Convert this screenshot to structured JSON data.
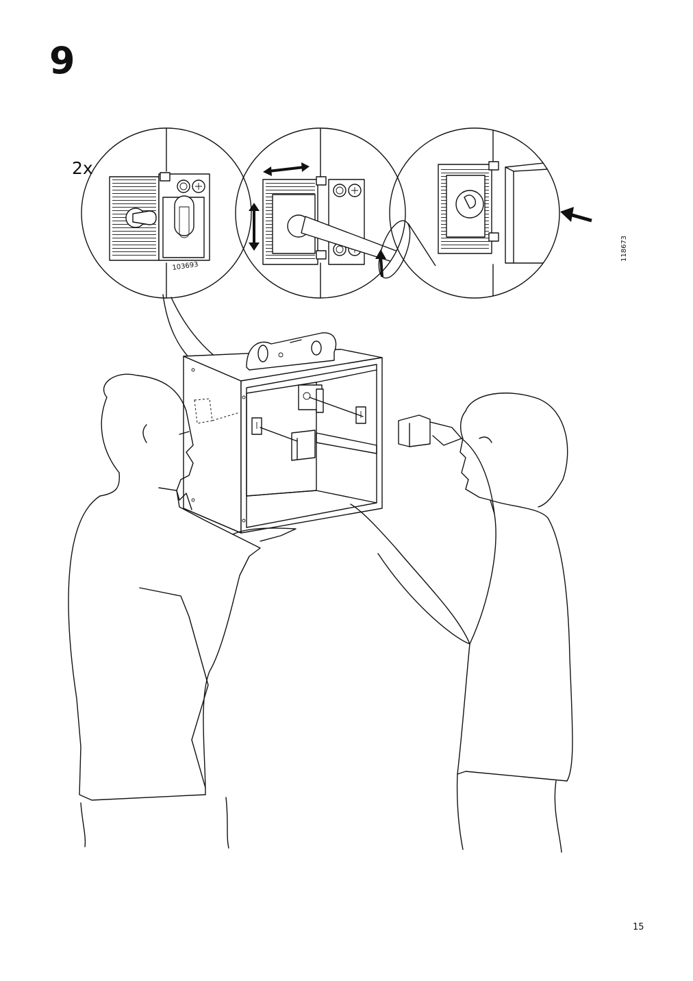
{
  "step": {
    "number": "9"
  },
  "details": {
    "quantity_label": "2x",
    "part_number": "103693",
    "illustration_code": "118673"
  },
  "icons": [
    "double-arrow-horizontal-icon",
    "double-arrow-vertical-icon",
    "rotate-arrow-icon",
    "push-arrow-icon",
    "spirit-level-icon"
  ],
  "footer": {
    "page_number": "15"
  }
}
